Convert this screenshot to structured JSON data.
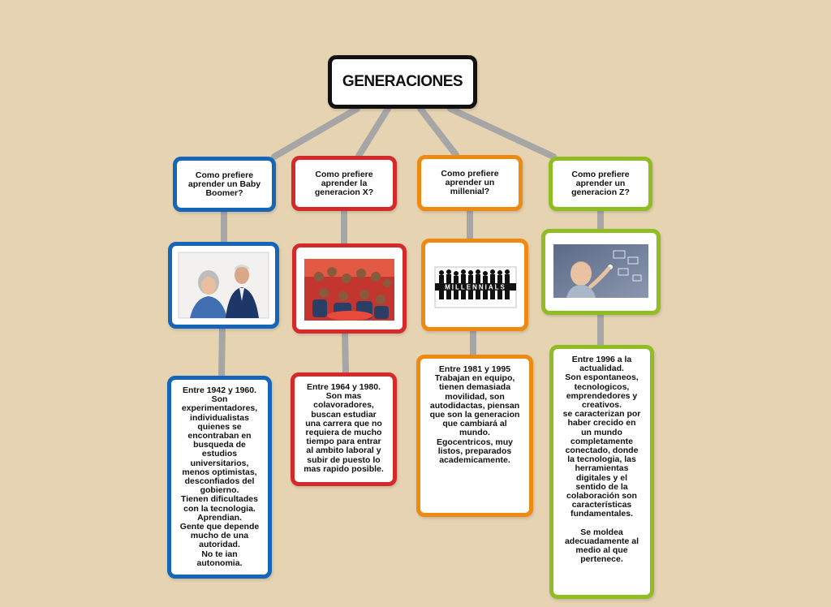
{
  "title": "GENERACIONES",
  "colors": {
    "background": "#e6d3b2",
    "connector": "#a7a6a6",
    "baby_boomer": "#1565b8",
    "gen_x": "#d42a2a",
    "millennial": "#ee8a12",
    "gen_z": "#8fbd22"
  },
  "columns": [
    {
      "question": "Como prefiere aprender un Baby Boomer?",
      "image": "elderly-couple-photo",
      "description": "Entre 1942 y 1960.\nSon experimentadores, individualistas quienes se encontraban en busqueda de estudios universitarios, menos optimistas, desconfiados del gobierno.\nTienen dificultades con la tecnologia.\nAprendian.\nGente que depende mucho de una autoridad.\nNo te ian autonomia."
    },
    {
      "question": "Como prefiere aprender la generacion X?",
      "image": "group-of-young-people-photo",
      "description": "Entre 1964 y 1980.\nSon mas colavoradores, buscan estudiar una carrera que no requiera de mucho tiempo para entrar al ambito laboral y subir de puesto lo mas rapido posible."
    },
    {
      "question": "Como prefiere aprender un millenial?",
      "image": "millennials-silhouettes-image",
      "image_text": "MILLENNIALS",
      "description": "Entre 1981 y 1995\nTrabajan en equipo, tienen demasiada movilidad, son autodidactas, piensan que son la generacion que cambiará al mundo.\nEgocentricos, muy listos, preparados academicamente."
    },
    {
      "question": "Como prefiere aprender un generacion Z?",
      "image": "child-touching-screen-photo",
      "description": "Entre 1996 a la actualidad.\nSon espontaneos, tecnologicos, emprendedores y creativos.\nse caracterizan por haber crecido en un mundo completamente conectado, donde la tecnologia, las herramientas digitales y el sentido de la colaboración son características fundamentales.\n\nSe moldea adecuadamente al medio al que pertenece."
    }
  ]
}
